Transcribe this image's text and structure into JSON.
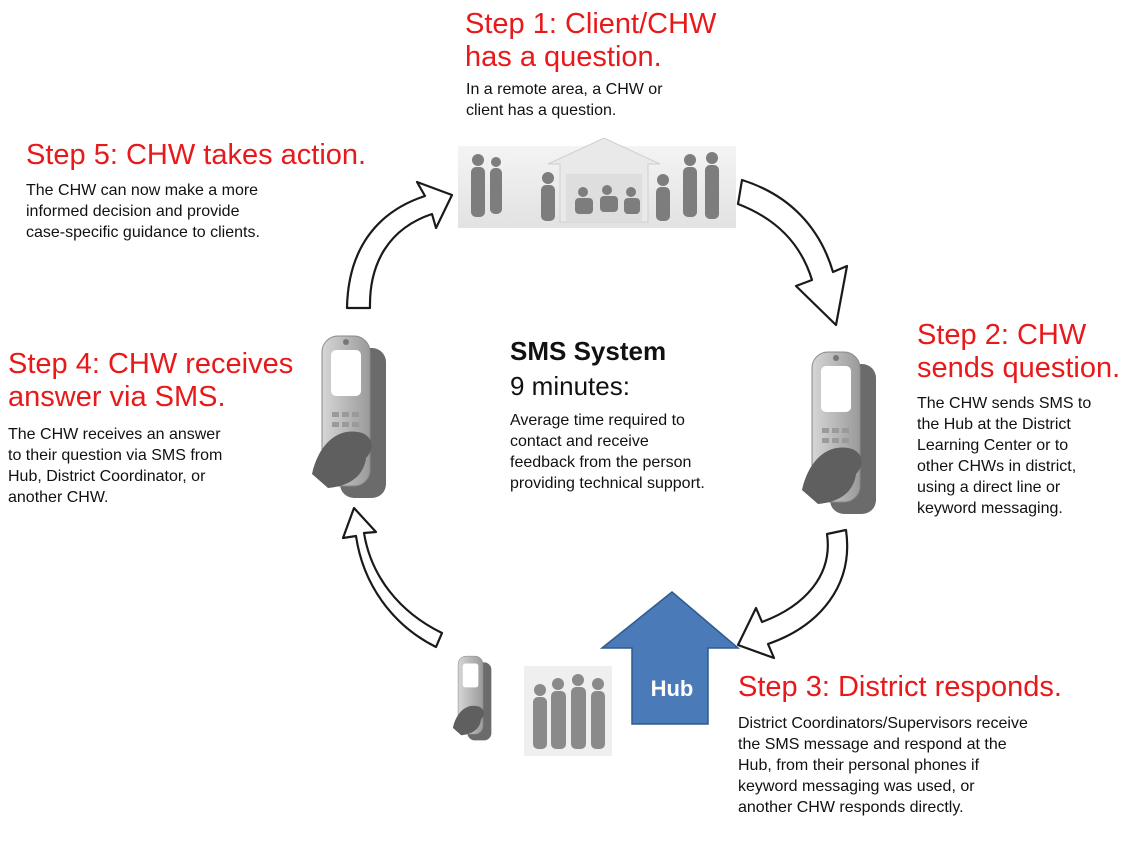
{
  "steps": [
    {
      "title_lines": [
        "Step 1: Client/CHW",
        "has a question."
      ],
      "body": "In a remote area, a CHW or client has a question."
    },
    {
      "title_lines": [
        "Step 2: CHW",
        "sends question."
      ],
      "body": "The CHW sends SMS to the Hub at the District Learning Center or to other CHWs in district, using a direct line or keyword messaging."
    },
    {
      "title_lines": [
        "Step 3: District responds."
      ],
      "body": "District Coordinators/Supervisors receive the SMS message and respond at the Hub, from their personal phones if keyword messaging was used, or another CHW responds directly."
    },
    {
      "title_lines": [
        "Step 4: CHW receives",
        "answer via SMS."
      ],
      "body": "The CHW receives an answer to their question via SMS from Hub, District Coordinator, or another CHW."
    },
    {
      "title_lines": [
        "Step 5: CHW takes action."
      ],
      "body": "The CHW can now make a more informed decision and provide case-specific guidance to clients."
    }
  ],
  "center": {
    "title": "SMS System",
    "time": "9 minutes:",
    "body": "Average time required to contact and receive feedback from the person providing technical support."
  },
  "hub": {
    "label": "Hub"
  },
  "colors": {
    "step_title": "#e8191b",
    "hub_arrow": "#4a7ab8",
    "silhouette": "#8c8c8c"
  },
  "icons": [
    "community-scene-icon",
    "phone-hand-icon",
    "hub-up-arrow-icon",
    "people-group-icon",
    "curved-arrow-icon"
  ]
}
